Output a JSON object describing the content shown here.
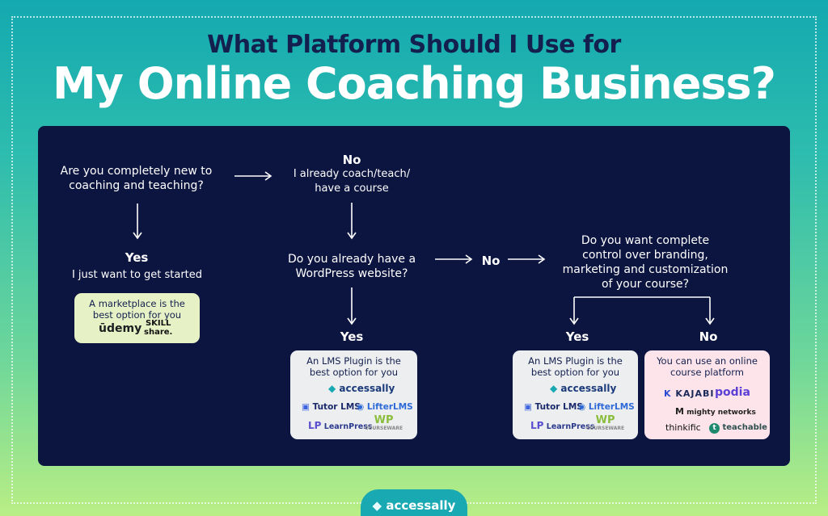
{
  "title": {
    "line1": "What Platform Should I Use for",
    "line2": "My Online Coaching Business?"
  },
  "flow": {
    "q1": "Are you completely new to\ncoaching and teaching?",
    "yes1": "Yes",
    "yes1_sub": "I just want to get started",
    "no1": "No",
    "no1_sub": "I already coach/teach/\nhave a course",
    "q2": "Do you already have a\nWordPress website?",
    "no2": "No",
    "yes2": "Yes",
    "q3": "Do you want complete\ncontrol over branding,\nmarketing and customization\nof your course?",
    "yes3": "Yes",
    "no3": "No"
  },
  "cards": {
    "marketplace": {
      "title": "A marketplace is the\nbest option for you",
      "logos": {
        "udemy": "ūdemy",
        "skillshare_1": "SKILL",
        "skillshare_2": "share."
      }
    },
    "lms1": {
      "title": "An LMS Plugin is the\nbest option for you",
      "logos": {
        "accessally": "accessally",
        "tutor": "Tutor LMS",
        "lifter": "LifterLMS",
        "learnpress": "LearnPress",
        "wp": "WP",
        "wp_sub": "COURSEWARE"
      }
    },
    "lms2": {
      "title": "An LMS Plugin is the\nbest option for you",
      "logos": {
        "accessally": "accessally",
        "tutor": "Tutor LMS",
        "lifter": "LifterLMS",
        "learnpress": "LearnPress",
        "wp": "WP",
        "wp_sub": "COURSEWARE"
      }
    },
    "platform": {
      "title": "You can use an online\ncourse platform",
      "logos": {
        "kajabi": "KAJABI",
        "podia": "podia",
        "mighty": "mighty networks",
        "thinkific": "thinkific",
        "teachable": "teachable"
      }
    }
  },
  "footer": {
    "brand": "accessally"
  },
  "colors": {
    "navy": "#0c1440",
    "title_dark": "#13204f",
    "teal": "#18a9b2",
    "card_green": "#e7f1c6",
    "card_gray": "#edeef0",
    "card_pink": "#fde4ea",
    "podia_purple": "#5b3fd6"
  }
}
